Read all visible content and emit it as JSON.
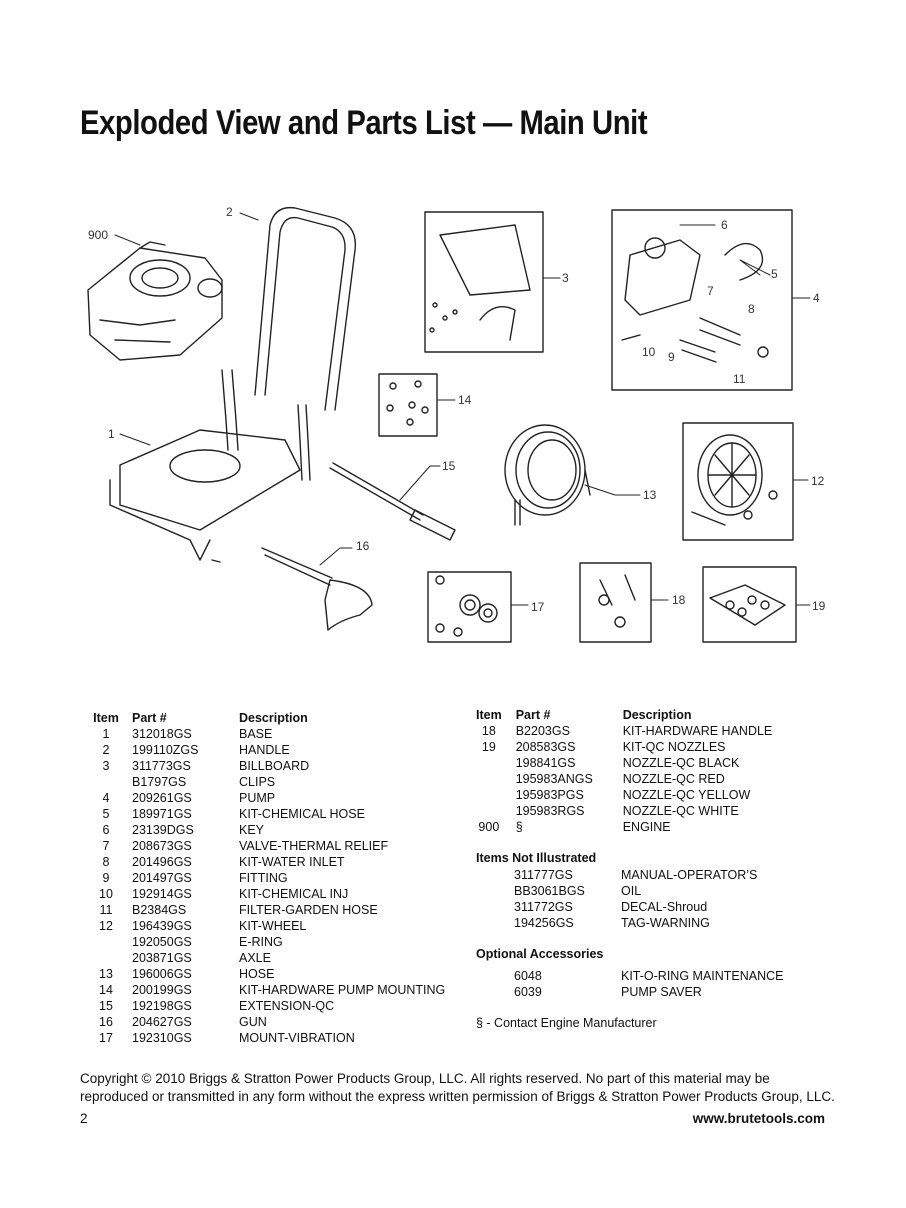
{
  "title": "Exploded View and Parts List — Main Unit",
  "callouts": [
    "900",
    "2",
    "1",
    "3",
    "14",
    "15",
    "16",
    "13",
    "6",
    "5",
    "4",
    "7",
    "8",
    "10",
    "9",
    "11",
    "12",
    "17",
    "18",
    "19"
  ],
  "headers": {
    "item": "Item",
    "part": "Part #",
    "description": "Description"
  },
  "left_rows": [
    {
      "item": "1",
      "part": "312018GS",
      "desc": "BASE"
    },
    {
      "item": "2",
      "part": "199110ZGS",
      "desc": "HANDLE"
    },
    {
      "item": "3",
      "part": "311773GS",
      "desc": "BILLBOARD"
    },
    {
      "item": "",
      "part": "B1797GS",
      "desc": "CLIPS"
    },
    {
      "item": "4",
      "part": "209261GS",
      "desc": "PUMP"
    },
    {
      "item": "5",
      "part": "189971GS",
      "desc": "KIT-CHEMICAL HOSE"
    },
    {
      "item": "6",
      "part": "23139DGS",
      "desc": "KEY"
    },
    {
      "item": "7",
      "part": "208673GS",
      "desc": "VALVE-THERMAL RELIEF"
    },
    {
      "item": "8",
      "part": "201496GS",
      "desc": "KIT-WATER INLET"
    },
    {
      "item": "9",
      "part": "201497GS",
      "desc": "FITTING"
    },
    {
      "item": "10",
      "part": "192914GS",
      "desc": "KIT-CHEMICAL INJ"
    },
    {
      "item": "11",
      "part": "B2384GS",
      "desc": "FILTER-GARDEN HOSE"
    },
    {
      "item": "12",
      "part": "196439GS",
      "desc": "KIT-WHEEL"
    },
    {
      "item": "",
      "part": "192050GS",
      "desc": "E-RING"
    },
    {
      "item": "",
      "part": "203871GS",
      "desc": "AXLE"
    },
    {
      "item": "13",
      "part": "196006GS",
      "desc": "HOSE"
    },
    {
      "item": "14",
      "part": "200199GS",
      "desc": "KIT-HARDWARE PUMP MOUNTING"
    },
    {
      "item": "15",
      "part": "192198GS",
      "desc": "EXTENSION-QC"
    },
    {
      "item": "16",
      "part": "204627GS",
      "desc": "GUN"
    },
    {
      "item": "17",
      "part": "192310GS",
      "desc": "MOUNT-VIBRATION"
    }
  ],
  "right_rows": [
    {
      "item": "18",
      "part": "B2203GS",
      "desc": "KIT-HARDWARE HANDLE"
    },
    {
      "item": "19",
      "part": "208583GS",
      "desc": "KIT-QC NOZZLES"
    },
    {
      "item": "",
      "part": "198841GS",
      "desc": "NOZZLE-QC BLACK"
    },
    {
      "item": "",
      "part": "195983ANGS",
      "desc": "NOZZLE-QC RED"
    },
    {
      "item": "",
      "part": "195983PGS",
      "desc": "NOZZLE-QC YELLOW"
    },
    {
      "item": "",
      "part": "195983RGS",
      "desc": "NOZZLE-QC WHITE"
    },
    {
      "item": "900",
      "part": "§",
      "desc": "ENGINE"
    }
  ],
  "not_illustrated": {
    "heading": "Items Not Illustrated",
    "rows": [
      {
        "part": "311777GS",
        "desc": "MANUAL-OPERATOR’S"
      },
      {
        "part": "BB3061BGS",
        "desc": "OIL"
      },
      {
        "part": "311772GS",
        "desc": "DECAL-Shroud"
      },
      {
        "part": "194256GS",
        "desc": "TAG-WARNING"
      }
    ]
  },
  "optional": {
    "heading": "Optional Accessories",
    "rows": [
      {
        "part": "6048",
        "desc": "KIT-O-RING MAINTENANCE"
      },
      {
        "part": "6039",
        "desc": "PUMP SAVER"
      }
    ]
  },
  "note": "§ - Contact Engine Manufacturer",
  "copyright": "Copyright © 2010 Briggs & Stratton Power Products Group, LLC.  All rights reserved.  No part of this material may be reproduced or transmitted in any form without the express written permission of Briggs & Stratton Power Products Group, LLC.",
  "page_number": "2",
  "website": "www.brutetools.com"
}
